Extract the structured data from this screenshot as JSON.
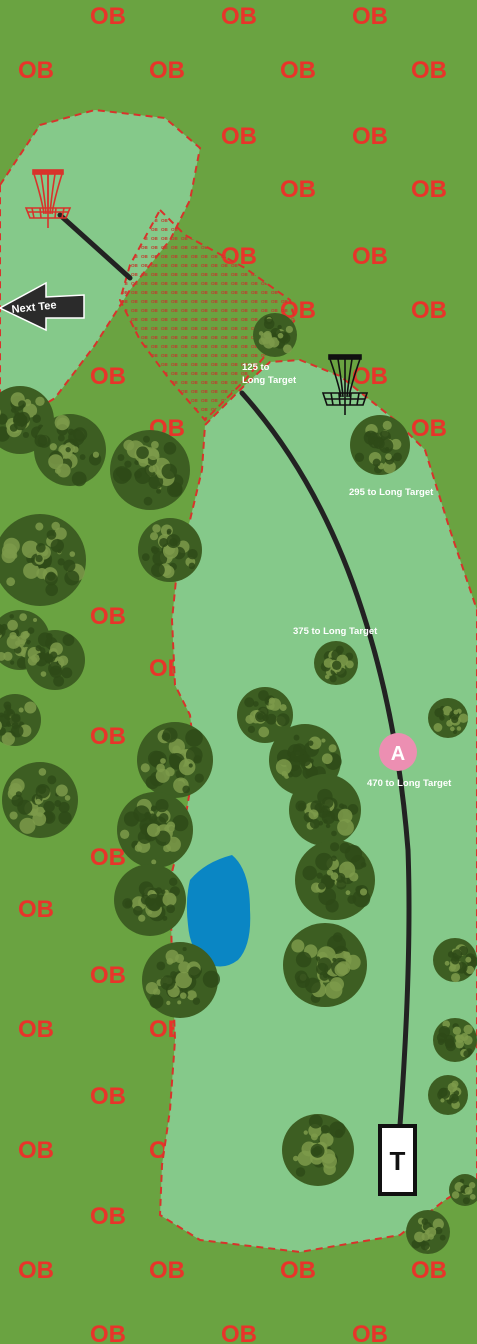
{
  "ob_label": "OB",
  "distance_labels": {
    "d125_line1": "125 to",
    "d125_line2": "Long Target",
    "d295": "295 to Long Target",
    "d375": "375 to Long Target",
    "d470": "470 to Long Target"
  },
  "next_tee": {
    "label": "Next Tee"
  },
  "tee_marker": {
    "label": "T"
  },
  "waypoint": {
    "label": "A"
  },
  "colors": {
    "rough": "#6aa341",
    "fairway": "#85c98a",
    "ob_line": "#d8332b",
    "ob_text": "#e8342a",
    "flight_path": "#222222",
    "water": "#0a86c4",
    "basket_long": "#111111",
    "basket_short": "#d8332b",
    "waypoint": "#ec8fb2",
    "tree_dark": "#3d5e22",
    "tree_light": "#7c9a4a"
  },
  "icons": {
    "long_basket": "disc-golf-basket-icon",
    "short_basket": "disc-golf-basket-icon",
    "next_tee": "arrow-left-icon"
  }
}
